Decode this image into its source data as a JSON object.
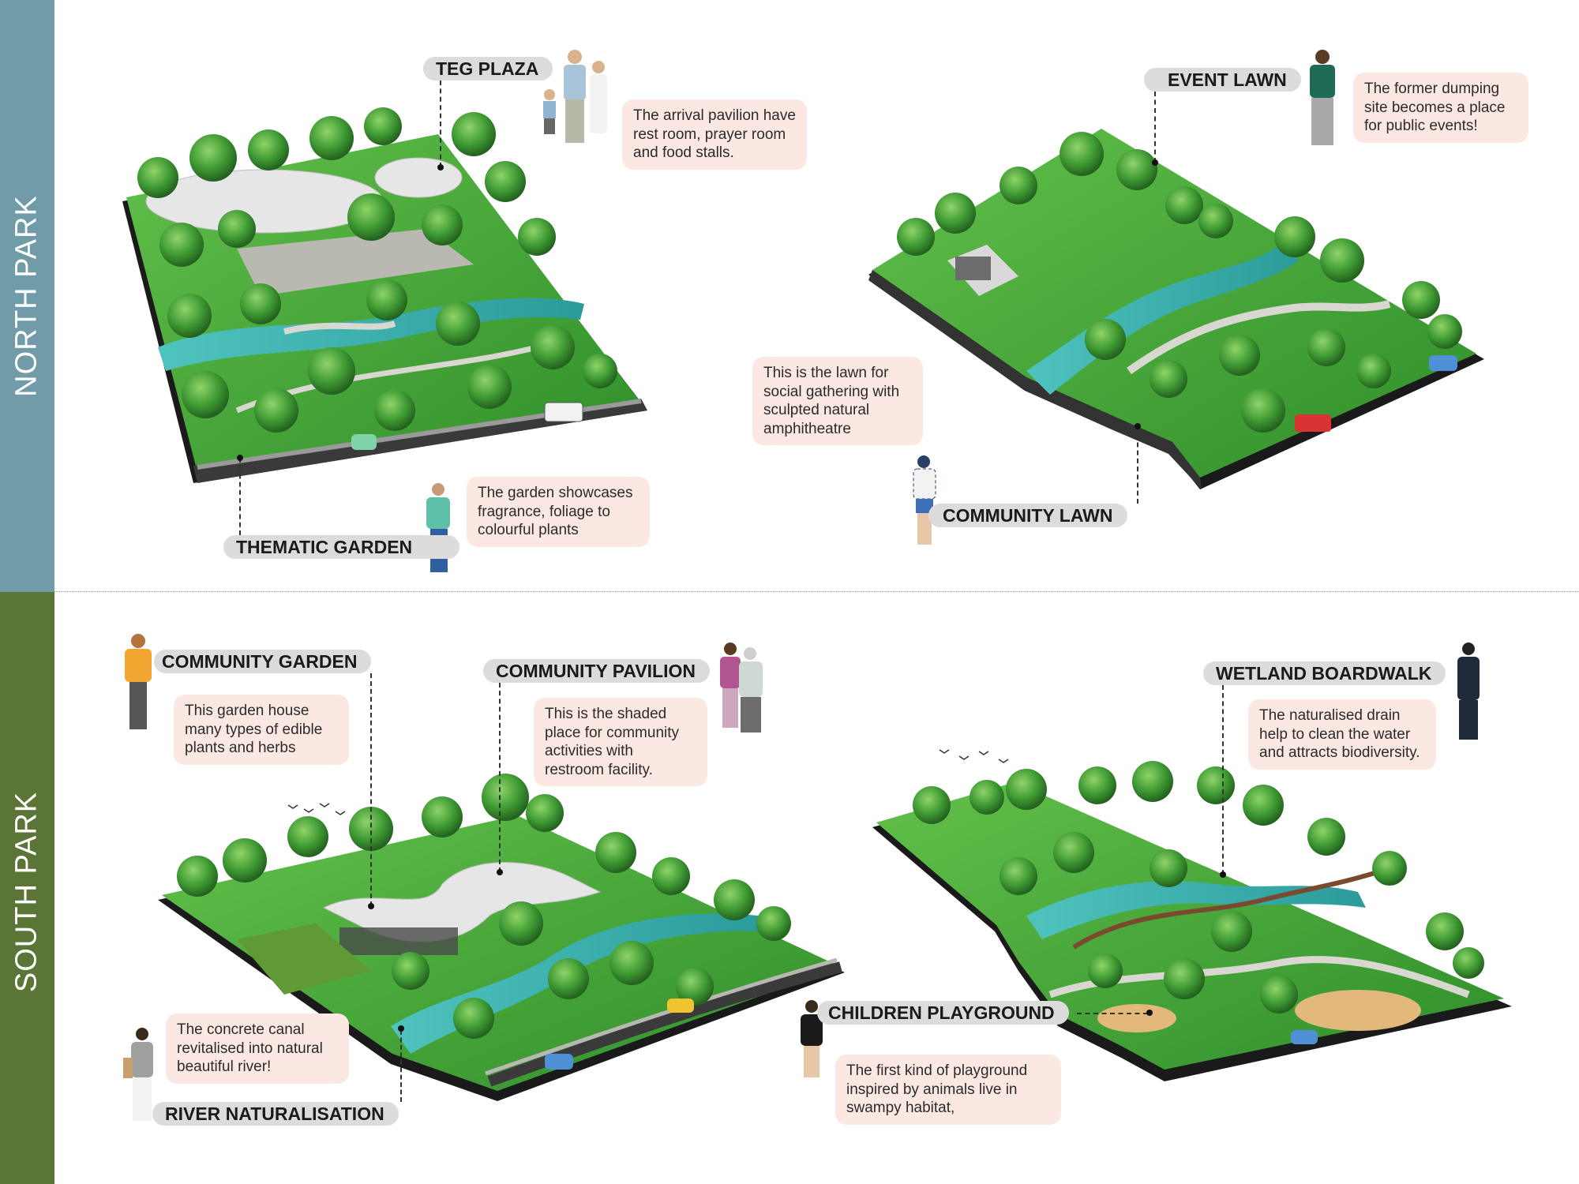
{
  "sections": [
    {
      "label": "NORTH PARK",
      "color": "#6f9ca8"
    },
    {
      "label": "SOUTH PARK",
      "color": "#5a7536"
    }
  ],
  "areas": {
    "teg_plaza": {
      "label": "TEG PLAZA",
      "description": "The arrival pavilion have rest room, prayer room and food stalls."
    },
    "event_lawn": {
      "label": "EVENT LAWN",
      "description": "The former dumping site becomes a place for public events!"
    },
    "thematic_garden": {
      "label": "THEMATIC GARDEN",
      "description": "The garden showcases fragrance, foliage to colourful plants"
    },
    "community_lawn": {
      "label": "COMMUNITY LAWN",
      "description": "This is the lawn for social gathering with sculpted natural amphitheatre"
    },
    "community_garden": {
      "label": "COMMUNITY GARDEN",
      "description": "This garden house many types of edible plants and herbs"
    },
    "community_pavilion": {
      "label": "COMMUNITY PAVILION",
      "description": "This is the shaded place for community activities with restroom facility."
    },
    "wetland_boardwalk": {
      "label": "WETLAND BOARDWALK",
      "description": "The naturalised drain help to clean the water and attracts biodiversity."
    },
    "river_naturalisation": {
      "label": "RIVER NATURALISATION",
      "description": "The concrete canal revitalised into natural beautiful river!"
    },
    "children_playground": {
      "label": "CHILDREN PLAYGROUND",
      "description": "The first kind of playground inspired by animals live in swampy habitat,"
    }
  },
  "colors": {
    "grass": "#4ea83a",
    "grass_dark": "#2f7d27",
    "water": "#3fb3b0",
    "path": "#cfcfc8",
    "edge": "#1a1a1a",
    "callout": "#fbe8e2",
    "label": "#dcdcdc"
  }
}
